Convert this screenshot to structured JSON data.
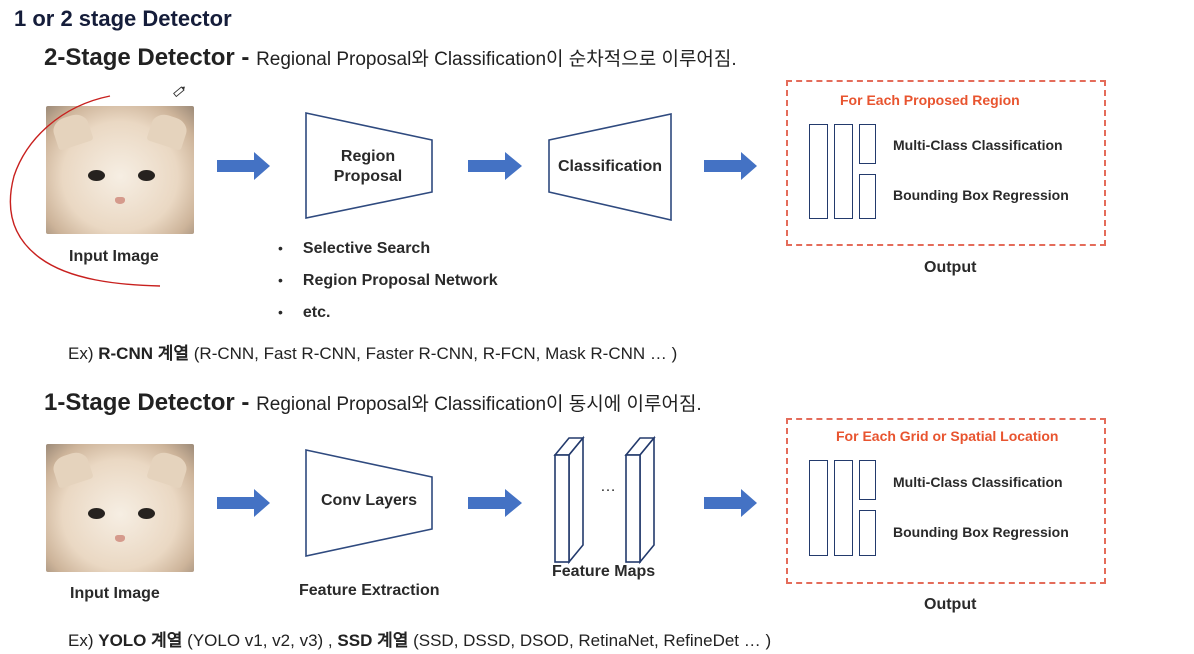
{
  "title": "1 or 2 stage Detector",
  "two_stage": {
    "heading": "2-Stage Detector",
    "dash": "-",
    "subtitle": "Regional Proposal와 Classification이 순차적으로 이루어짐.",
    "input_label": "Input Image",
    "block1": [
      "Region",
      "Proposal"
    ],
    "block2": "Classification",
    "bullets": [
      "Selective Search",
      "Region Proposal Network",
      "etc."
    ],
    "output_head": "For Each Proposed Region",
    "out_cls": "Multi-Class Classification",
    "out_box": "Bounding Box Regression",
    "output_label": "Output",
    "example_prefix": "Ex)",
    "example_bold": "R-CNN 계열",
    "example_rest": "(R-CNN, Fast R-CNN, Faster R-CNN, R-FCN, Mask R-CNN … )"
  },
  "one_stage": {
    "heading": "1-Stage Detector",
    "dash": "-",
    "subtitle": "Regional Proposal와 Classification이 동시에 이루어짐.",
    "input_label": "Input Image",
    "block1": "Conv Layers",
    "block1_caption": "Feature Extraction",
    "maps_dots": "…",
    "maps_caption": "Feature Maps",
    "output_head": "For Each Grid or Spatial Location",
    "out_cls": "Multi-Class Classification",
    "out_box": "Bounding Box Regression",
    "output_label": "Output",
    "example_prefix": "Ex)",
    "example_bold1": "YOLO 계열",
    "example_mid": "(YOLO v1, v2, v3) ,",
    "example_bold2": "SSD 계열",
    "example_rest": "(SSD, DSSD, DSOD, RetinaNet, RefineDet … )"
  },
  "colors": {
    "arrow": "#4472c4",
    "block_stroke": "#2f4a7f",
    "output_border": "#e46c5a",
    "output_heading": "#e8542f",
    "annotation": "#c8201e"
  },
  "icons": [
    "pencil-cursor-icon"
  ]
}
